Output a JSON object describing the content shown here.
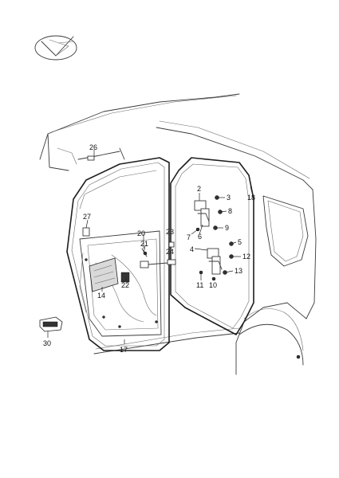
{
  "labels": {
    "l2": "2",
    "l3": "3",
    "l4": "4",
    "l5": "5",
    "l6": "6",
    "l7": "7",
    "l8": "8",
    "l9": "9",
    "l10": "10",
    "l11": "11",
    "l12": "12",
    "l13": "13",
    "l14": "14",
    "l17": "17",
    "l18": "18",
    "l20": "20",
    "l21": "21",
    "l22": "22",
    "l23": "23",
    "l24": "24",
    "l26": "26",
    "l27": "27",
    "l30": "30"
  },
  "colors": {
    "line": "#3a3a3a",
    "background": "#ffffff"
  },
  "icons": {
    "logo": "v-emblem-icon"
  }
}
